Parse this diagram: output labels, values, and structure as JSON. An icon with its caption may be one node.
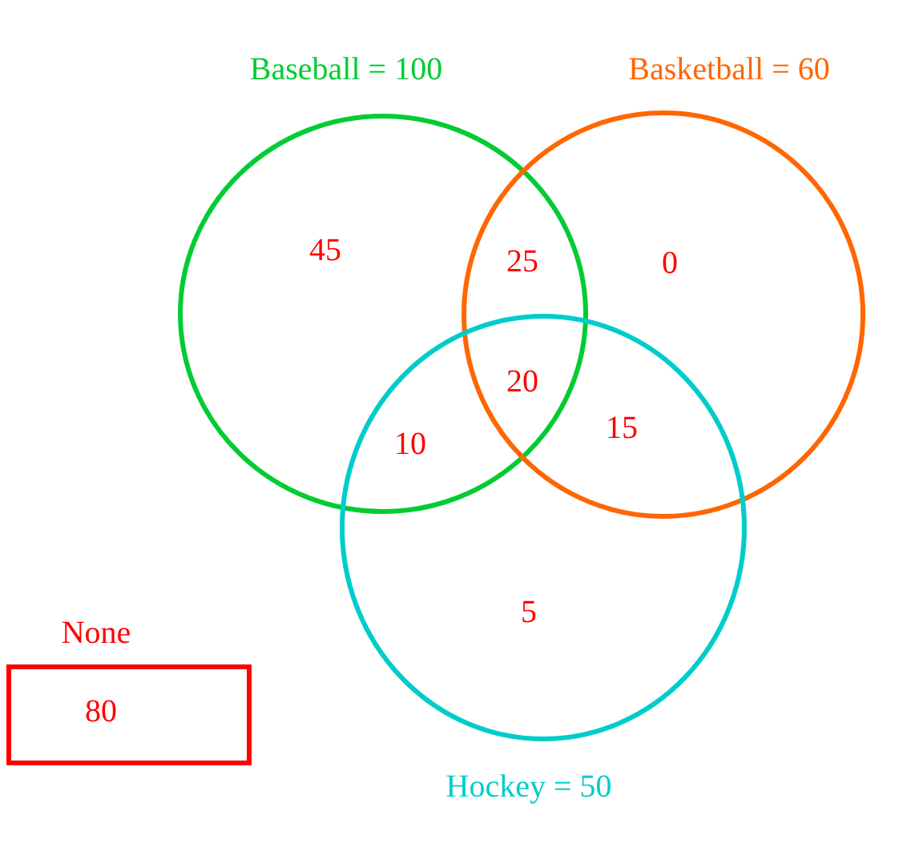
{
  "diagram": {
    "nodes": [
      {
        "text": [
          "Baseball = 100"
        ]
      },
      {
        "text": [
          "Basketball = 60"
        ]
      },
      {
        "text": [
          "Hockey = 50"
        ]
      },
      {
        "text": [
          "None",
          "80"
        ]
      }
    ],
    "labels": [
      "45",
      "25",
      "0",
      "20",
      "10",
      "15",
      "5"
    ]
  }
}
